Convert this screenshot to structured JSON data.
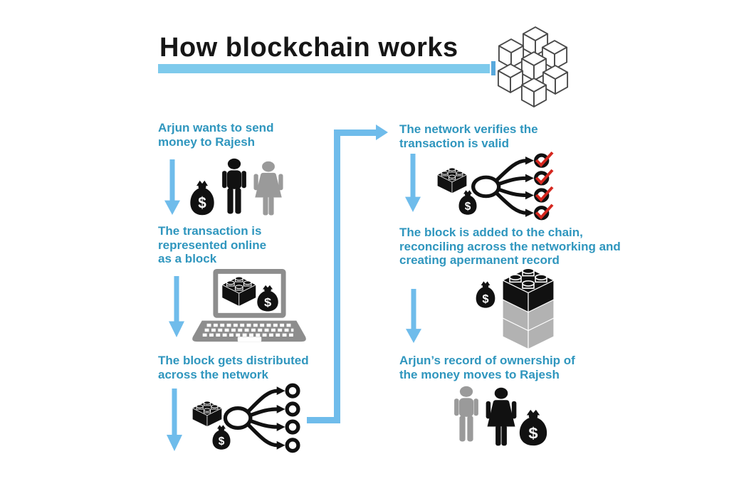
{
  "header": {
    "title": "How blockchain works",
    "decoration_icon": "blockchain-cubes-icon",
    "underline_color": "#7ecaec",
    "underline_tick_color": "#58a8dc"
  },
  "currency_symbol": "$",
  "colors": {
    "step_text": "#2f96be",
    "arrow_blue": "#6fbceb",
    "icon_black": "#111111",
    "icon_gray": "#9a9a9a",
    "lego_gray": "#b2b2b2",
    "laptop_gray": "#8d8d8d",
    "check_red": "#d5271f",
    "cube_outline": "#4a4a4a"
  },
  "steps": [
    {
      "label": "Arjun wants to send\nmoney to Rajesh",
      "icon": "money-bag-man-woman-icon"
    },
    {
      "label": "The transaction is\nrepresented online\nas a block",
      "icon": "laptop-block-money-icon"
    },
    {
      "label": "The block gets distributed\nacross the network",
      "icon": "block-network-distribution-icon"
    },
    {
      "label": "The network verifies the\ntransaction is valid",
      "icon": "network-verification-icon"
    },
    {
      "label": "The block is added to the chain,\nreconciling across the networking and\ncreating apermanent record",
      "icon": "block-stack-money-icon"
    },
    {
      "label": "Arjun’s record of ownership of\nthe money moves to Rajesh",
      "icon": "man-woman-money-bag-icon"
    }
  ]
}
